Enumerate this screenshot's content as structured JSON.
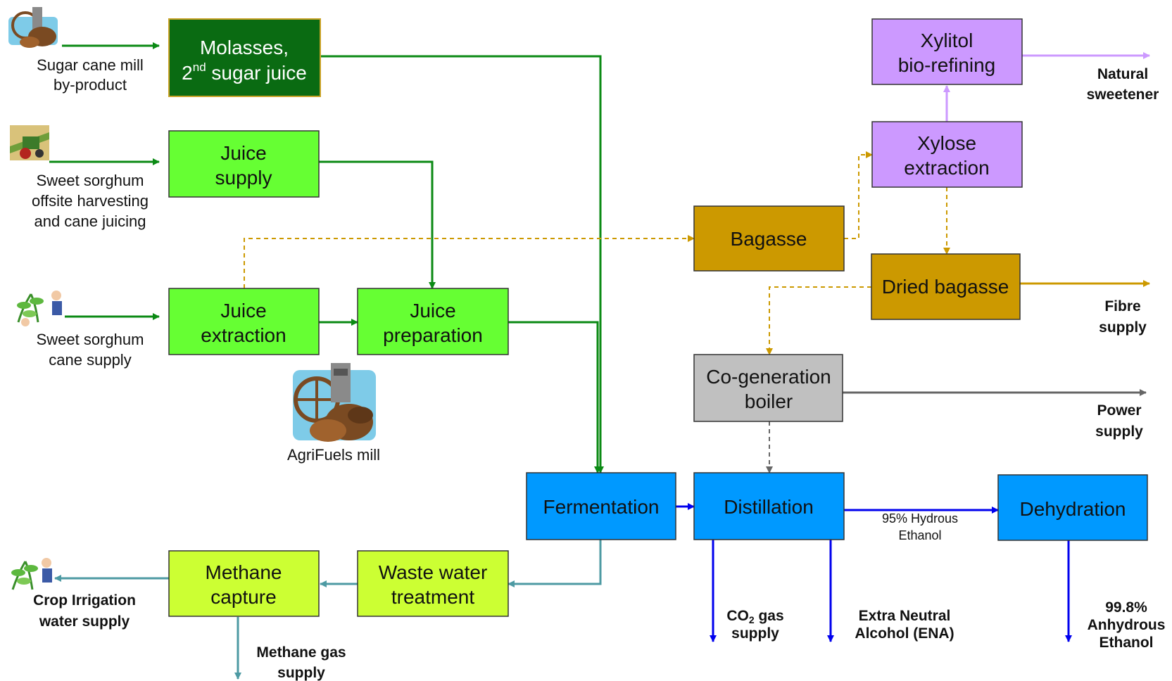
{
  "sources": {
    "sugar_cane_mill": [
      "Sugar cane mill",
      "by-product"
    ],
    "sweet_sorghum_offsite": [
      "Sweet sorghum",
      "offsite harvesting",
      "and cane juicing"
    ],
    "sweet_sorghum_cane": [
      "Sweet sorghum",
      "cane supply"
    ],
    "agrifuels_mill": "AgriFuels mill"
  },
  "processes": {
    "molasses": {
      "line1": "Molasses,",
      "line2_base": "2",
      "line2_sup": "nd",
      "line2_rest": " sugar juice"
    },
    "juice_supply": [
      "Juice",
      "supply"
    ],
    "juice_extraction": [
      "Juice",
      "extraction"
    ],
    "juice_preparation": [
      "Juice",
      "preparation"
    ],
    "bagasse": [
      "Bagasse"
    ],
    "xylose_extraction": [
      "Xylose",
      "extraction"
    ],
    "xylitol": [
      "Xylitol",
      "bio-refining"
    ],
    "dried_bagasse": [
      "Dried bagasse"
    ],
    "cogeneration": [
      "Co-generation",
      "boiler"
    ],
    "fermentation": [
      "Fermentation"
    ],
    "distillation": [
      "Distillation"
    ],
    "dehydration": [
      "Dehydration"
    ],
    "waste_water": [
      "Waste water",
      "treatment"
    ],
    "methane_capture": [
      "Methane",
      "capture"
    ]
  },
  "outputs": {
    "natural_sweetener": [
      "Natural",
      "sweetener"
    ],
    "fibre_supply": [
      "Fibre",
      "supply"
    ],
    "power_supply": [
      "Power",
      "supply"
    ],
    "co2_supply": {
      "line1_a": "CO",
      "line1_sub": "2",
      "line1_b": " gas",
      "line2": "supply"
    },
    "ena": [
      "Extra Neutral",
      "Alcohol (ENA)"
    ],
    "anhydrous": [
      "99.8%",
      "Anhydrous",
      "Ethanol"
    ],
    "crop_irrigation": [
      "Crop Irrigation",
      "water supply"
    ],
    "methane_gas": [
      "Methane gas",
      "supply"
    ]
  },
  "edge_labels": {
    "hydrous": [
      "95% Hydrous",
      "Ethanol"
    ]
  },
  "colors": {
    "dark_green": "#0a6b12",
    "light_green": "#66ff33",
    "yellow_green": "#ccff33",
    "brown": "#cc9900",
    "gold_arrow": "#cc9900",
    "purple": "#cc99ff",
    "lavender_arrow": "#cc99ff",
    "gray": "#c0c0c0",
    "blue": "#0099ff",
    "blue_arrow": "#0000ee",
    "green_arrow": "#0b8a14",
    "teal_arrow": "#4d9aa3",
    "gray_arrow": "#666666"
  }
}
